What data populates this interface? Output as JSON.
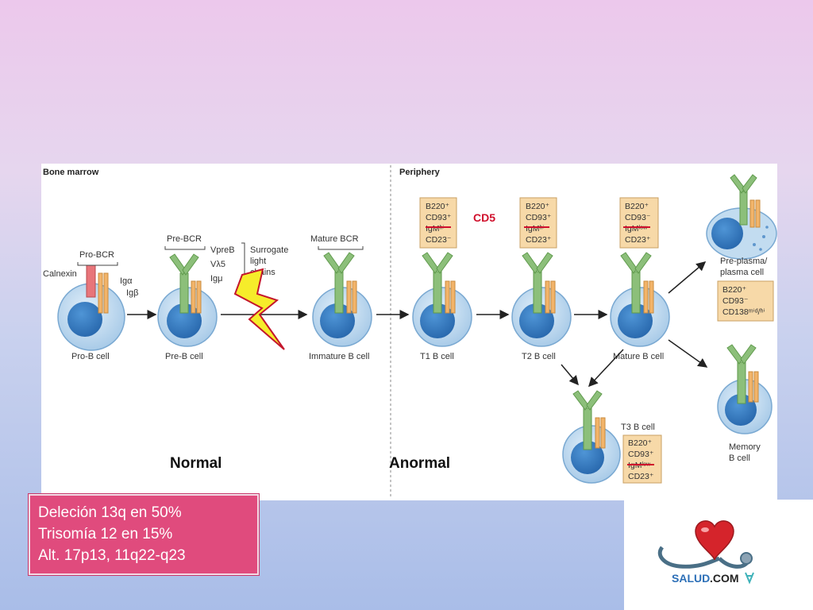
{
  "figure": {
    "regions": {
      "left": "Bone marrow",
      "right": "Periphery"
    },
    "receptor_labels": {
      "pro_bcr": "Pro-BCR",
      "pre_bcr": "Pre-BCR",
      "mature_bcr": "Mature BCR"
    },
    "part_labels": {
      "calnexin": "Calnexin",
      "ig_alpha": "Igα",
      "ig_beta": "Igβ",
      "vpreb": "VpreB",
      "v_lambda5": "Vλ5",
      "ig_mu": "Igμ",
      "surrogate_1": "Surrogate",
      "surrogate_2": "light",
      "surrogate_3": "chains"
    },
    "cells": {
      "pro_b": "Pro-B cell",
      "pre_b": "Pre-B cell",
      "immature_b": "Immature B cell",
      "t1_b": "T1 B cell",
      "t2_b": "T2 B cell",
      "mature_b": "Mature B cell",
      "t3_b": "T3 B cell",
      "plasma_1": "Pre-plasma/",
      "plasma_2": "plasma cell",
      "memory_1": "Memory",
      "memory_2": "B cell"
    },
    "marker_boxes": {
      "t1": [
        "B220⁺",
        "CD93⁺",
        "IgMʰⁱ",
        "CD23⁻"
      ],
      "t2": [
        "B220⁺",
        "CD93⁺",
        "IgMʰⁱ",
        "CD23⁺"
      ],
      "mature": [
        "B220⁺",
        "CD93⁻",
        "IgMˡᵒʷ",
        "CD23⁺"
      ],
      "plasma": [
        "B220⁺",
        "CD93⁻",
        "CD138ᵐⁱᵈ/ʰⁱ"
      ],
      "t3": [
        "B220⁺",
        "CD93⁺",
        "IgMˡᵒʷ",
        "CD23⁺"
      ]
    },
    "annotation_cd5": "CD5",
    "label_normal": "Normal",
    "label_abnormal": "Anormal"
  },
  "info_box": {
    "lines": [
      "Deleción 13q en 50%",
      "Trisomía 12 en 15%",
      "Alt. 17p13, 11q22-q23"
    ]
  },
  "logo": {
    "text_main": "SALUD",
    "text_domain": ".COM"
  },
  "colors": {
    "accent_pink": "#e04b7d",
    "strike_red": "#d0102c",
    "cell_blue": "#3a7fc4",
    "receptor_green": "#8cbf7a",
    "bolt_yellow": "#f6ec2a"
  }
}
